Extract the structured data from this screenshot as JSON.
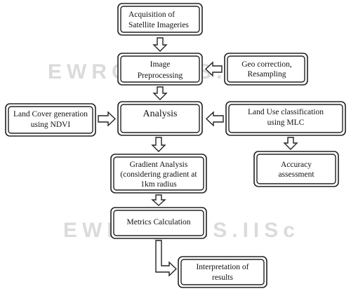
{
  "watermark": {
    "top": "EWRG@CES.IISc",
    "bottom": "EWRG@CES.IISc"
  },
  "nodes": {
    "acquisition": [
      "Acquisition of",
      "Satellite Imageries"
    ],
    "preprocessing": [
      "Image",
      "Preprocessing"
    ],
    "geo_correction": [
      "Geo correction,",
      "Resampling"
    ],
    "analysis": [
      "Analysis"
    ],
    "land_cover": [
      "Land Cover generation",
      "using NDVI"
    ],
    "land_use": [
      "Land Use classification",
      "using MLC"
    ],
    "accuracy": [
      "Accuracy",
      "assessment"
    ],
    "gradient": [
      "Gradient Analysis",
      "(considering gradient at",
      "1km radius"
    ],
    "metrics": [
      "Metrics Calculation"
    ],
    "interpretation": [
      "Interpretation of",
      "results"
    ]
  }
}
